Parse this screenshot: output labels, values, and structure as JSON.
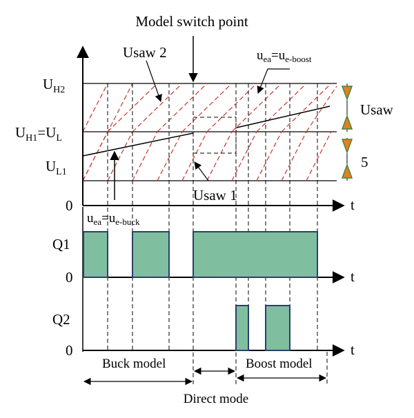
{
  "labels": {
    "title": "Model switch point",
    "usaw2": "Usaw 2",
    "uea_boost_main": "u",
    "uea_boost_sub1": "ea",
    "uea_boost_eq": "=u",
    "uea_boost_sub2": "e-boost",
    "uh2_main": "U",
    "uh2_sub": "H2",
    "uh1_main": "U",
    "uh1_sub": "H1",
    "uh1_eq": "=U",
    "uh1_sub2": "L",
    "ul1_main": "U",
    "ul1_sub": "L1",
    "usaw": "Usaw",
    "five": "5",
    "usaw1": "Usaw 1",
    "zero_top": "0",
    "t_top": "t",
    "uea_buck_main": "u",
    "uea_buck_sub1": "ea",
    "uea_buck_eq": "=u",
    "uea_buck_sub2": "e-buck",
    "q1": "Q1",
    "zero_mid": "0",
    "t_mid": "t",
    "q2": "Q2",
    "zero_bot": "0",
    "t_bot": "t",
    "buck_model": "Buck model",
    "boost_model": "Boost model",
    "direct_mode": "Direct mode"
  },
  "colors": {
    "sawtooth": "#c0392b",
    "pulse_fill": "#7fbf9f",
    "pulse_edge": "#2c3e6b",
    "arrow_fill": "#e67e22",
    "arrow_green": "#3a8a3a"
  }
}
